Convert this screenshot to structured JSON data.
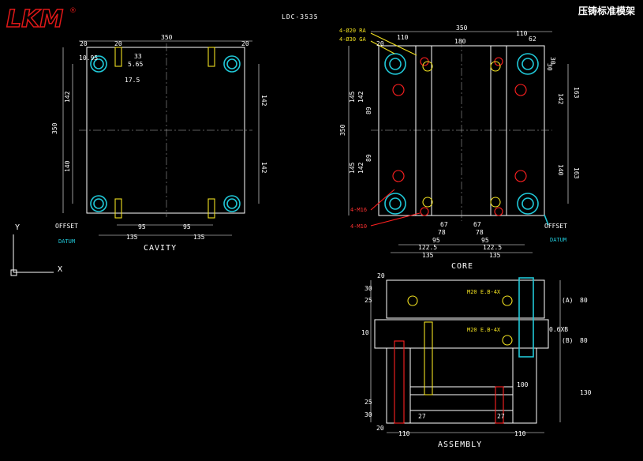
{
  "header": {
    "logo_text": "LKM",
    "logo_mark": "®",
    "title": "LDC-3535",
    "chinese_title": "压铸标准模架"
  },
  "views": {
    "cavity": "CAVITY",
    "core": "CORE",
    "assembly": "ASSEMBLY"
  },
  "axes": {
    "y": "Y",
    "x": "X"
  },
  "cavity_dims": {
    "top": [
      "20",
      "350",
      "20"
    ],
    "top_left_pin": [
      "20",
      "33",
      "5.65",
      "17.5"
    ],
    "top_left_small": [
      "10.95"
    ],
    "left": [
      "350",
      "142",
      "140"
    ],
    "right": [
      "142",
      "142"
    ],
    "bottom": [
      "95",
      "95",
      "135",
      "135"
    ],
    "offset": "OFFSET",
    "datum": "DATUM"
  },
  "core_dims": {
    "top": [
      "350",
      "110",
      "180",
      "20",
      "110",
      "62",
      "30"
    ],
    "left": [
      "350",
      "145",
      "142",
      "89",
      "89",
      "142",
      "145"
    ],
    "right": [
      "30",
      "142",
      "163",
      "140",
      "163"
    ],
    "bottom": [
      "67",
      "67",
      "78",
      "78",
      "95",
      "95",
      "122.5",
      "122.5",
      "135",
      "135"
    ],
    "offset": "OFFSET",
    "datum": "DATUM"
  },
  "core_notes": {
    "ra": "4-Ø20 RA",
    "ga": "4-Ø30 GA",
    "m16": "4-M16",
    "m10": "4-M10"
  },
  "assembly_dims": {
    "left": [
      "20",
      "30",
      "25",
      "10",
      "25",
      "30",
      "20"
    ],
    "bottom": [
      "110",
      "27",
      "27",
      "110"
    ],
    "right": [
      "(A)",
      "(B)",
      "80",
      "80",
      "130",
      "0.6XB",
      "100"
    ],
    "notes": [
      "M20 E.B-4X",
      "M20 E.B-4X"
    ]
  }
}
